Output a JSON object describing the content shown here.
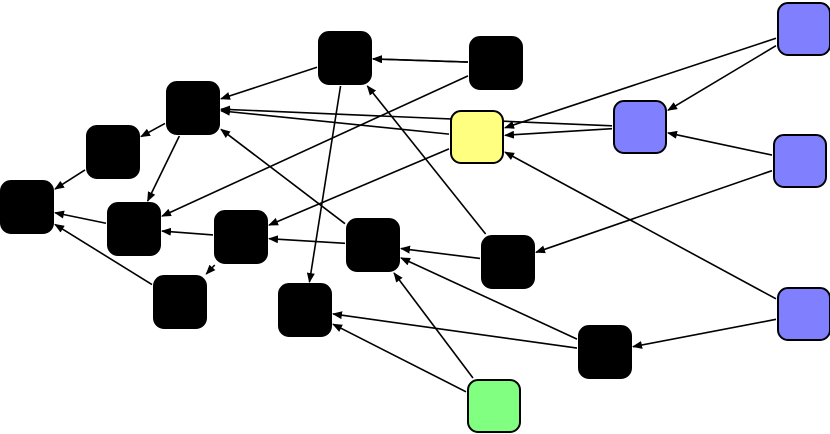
{
  "colors": {
    "default": "#000000",
    "highlight": "#ffff80",
    "source": "#8080ff",
    "start": "#80ff80",
    "background": "#ffffff"
  },
  "nodes": [
    {
      "id": "n0",
      "color": "default"
    },
    {
      "id": "n1",
      "color": "default"
    },
    {
      "id": "n2",
      "color": "default"
    },
    {
      "id": "n3",
      "color": "default"
    },
    {
      "id": "n4",
      "color": "default"
    },
    {
      "id": "n5",
      "color": "default"
    },
    {
      "id": "n6",
      "color": "default"
    },
    {
      "id": "n7",
      "color": "default"
    },
    {
      "id": "n8",
      "color": "default"
    },
    {
      "id": "n9",
      "color": "default"
    },
    {
      "id": "n10",
      "color": "highlight"
    },
    {
      "id": "n11",
      "color": "default"
    },
    {
      "id": "n12",
      "color": "start"
    },
    {
      "id": "n13",
      "color": "source"
    },
    {
      "id": "n14",
      "color": "default"
    },
    {
      "id": "n15",
      "color": "source"
    },
    {
      "id": "n16",
      "color": "source"
    },
    {
      "id": "n17",
      "color": "source"
    },
    {
      "id": "n18",
      "color": "default"
    }
  ],
  "edges": [
    {
      "from": "n2",
      "to": "n1"
    },
    {
      "from": "n1",
      "to": "n0"
    },
    {
      "from": "n2",
      "to": "n3"
    },
    {
      "from": "n5",
      "to": "n0"
    },
    {
      "from": "n4",
      "to": "n0"
    },
    {
      "from": "n6",
      "to": "n5"
    },
    {
      "from": "n6",
      "to": "n4"
    },
    {
      "from": "n7",
      "to": "n6"
    },
    {
      "from": "n7",
      "to": "n2"
    },
    {
      "from": "n8",
      "to": "n7"
    },
    {
      "from": "n9",
      "to": "n2"
    },
    {
      "from": "n9",
      "to": "n8"
    },
    {
      "from": "n10",
      "to": "n2"
    },
    {
      "from": "n10",
      "to": "n6"
    },
    {
      "from": "n11",
      "to": "n9"
    },
    {
      "from": "n11",
      "to": "n4"
    },
    {
      "from": "n12",
      "to": "n7"
    },
    {
      "from": "n12",
      "to": "n8"
    },
    {
      "from": "n13",
      "to": "n10"
    },
    {
      "from": "n13",
      "to": "n9"
    },
    {
      "from": "n14",
      "to": "n7"
    },
    {
      "from": "n14",
      "to": "n9"
    },
    {
      "from": "n15",
      "to": "n13"
    },
    {
      "from": "n15",
      "to": "n10"
    },
    {
      "from": "n16",
      "to": "n13"
    },
    {
      "from": "n16",
      "to": "n14"
    },
    {
      "from": "n17",
      "to": "n10"
    },
    {
      "from": "n17",
      "to": "n18"
    },
    {
      "from": "n18",
      "to": "n7"
    },
    {
      "from": "n18",
      "to": "n8"
    }
  ]
}
